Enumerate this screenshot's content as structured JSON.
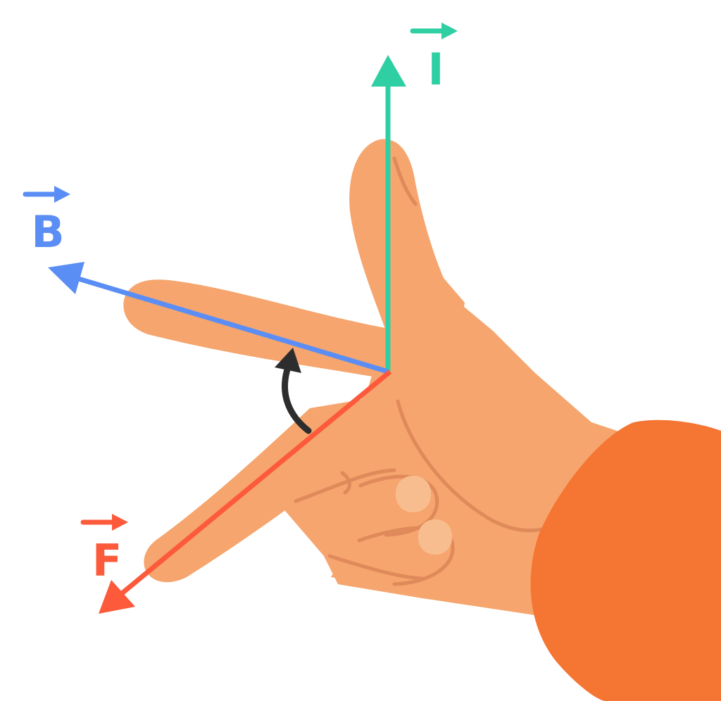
{
  "colors": {
    "background": "#ffffff",
    "skin": "#f5a56d",
    "skin_shadow": "#e0895a",
    "skin_highlight": "#f8bd8e",
    "sleeve": "#f57533",
    "current": "#2ecfa3",
    "field": "#5b8ef5",
    "force": "#fc5a3b",
    "rotation": "#2d2d2d"
  },
  "vectors": {
    "current": {
      "symbol": "I"
    },
    "field": {
      "symbol": "B"
    },
    "force": {
      "symbol": "F"
    }
  },
  "icons": {
    "hand": "right-hand-icon",
    "rotation": "curved-arrow-icon"
  }
}
